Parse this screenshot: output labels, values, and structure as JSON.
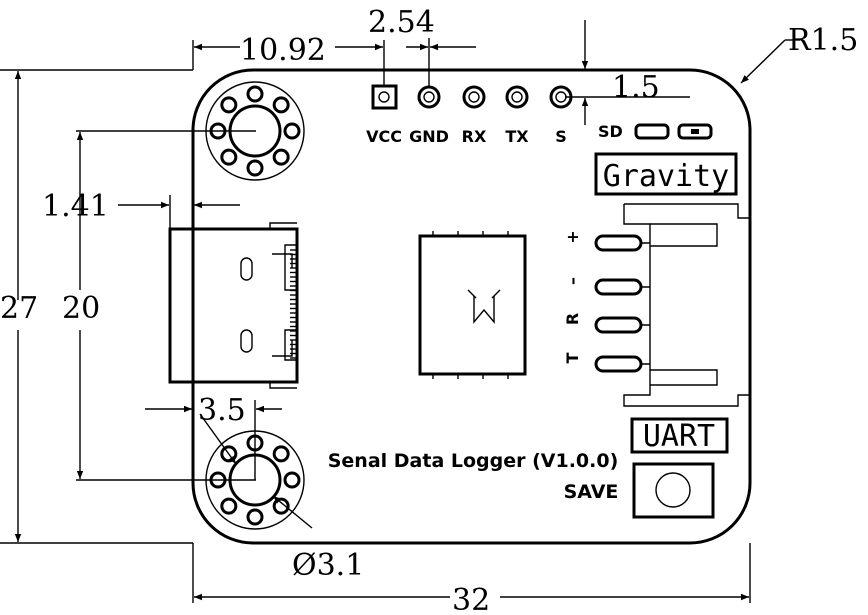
{
  "dimensions": {
    "pin_pitch": "2.54",
    "left_offset": "10.92",
    "corner_radius": "R1.5",
    "edge_offset": "1.5",
    "usb_offset": "1.41",
    "height": "27",
    "hole_spacing": "20",
    "hole_to_edge": "3.5",
    "hole_diameter": "Ø3.1",
    "width": "32"
  },
  "header_pins": [
    "VCC",
    "GND",
    "RX",
    "TX",
    "S"
  ],
  "sd_label": "SD",
  "brand": "Gravity",
  "uart_label": "UART",
  "uart_pins": [
    "+",
    "–",
    "R",
    "T"
  ],
  "board_title": "Senal Data Logger (V1.0.0)",
  "save_label": "SAVE"
}
